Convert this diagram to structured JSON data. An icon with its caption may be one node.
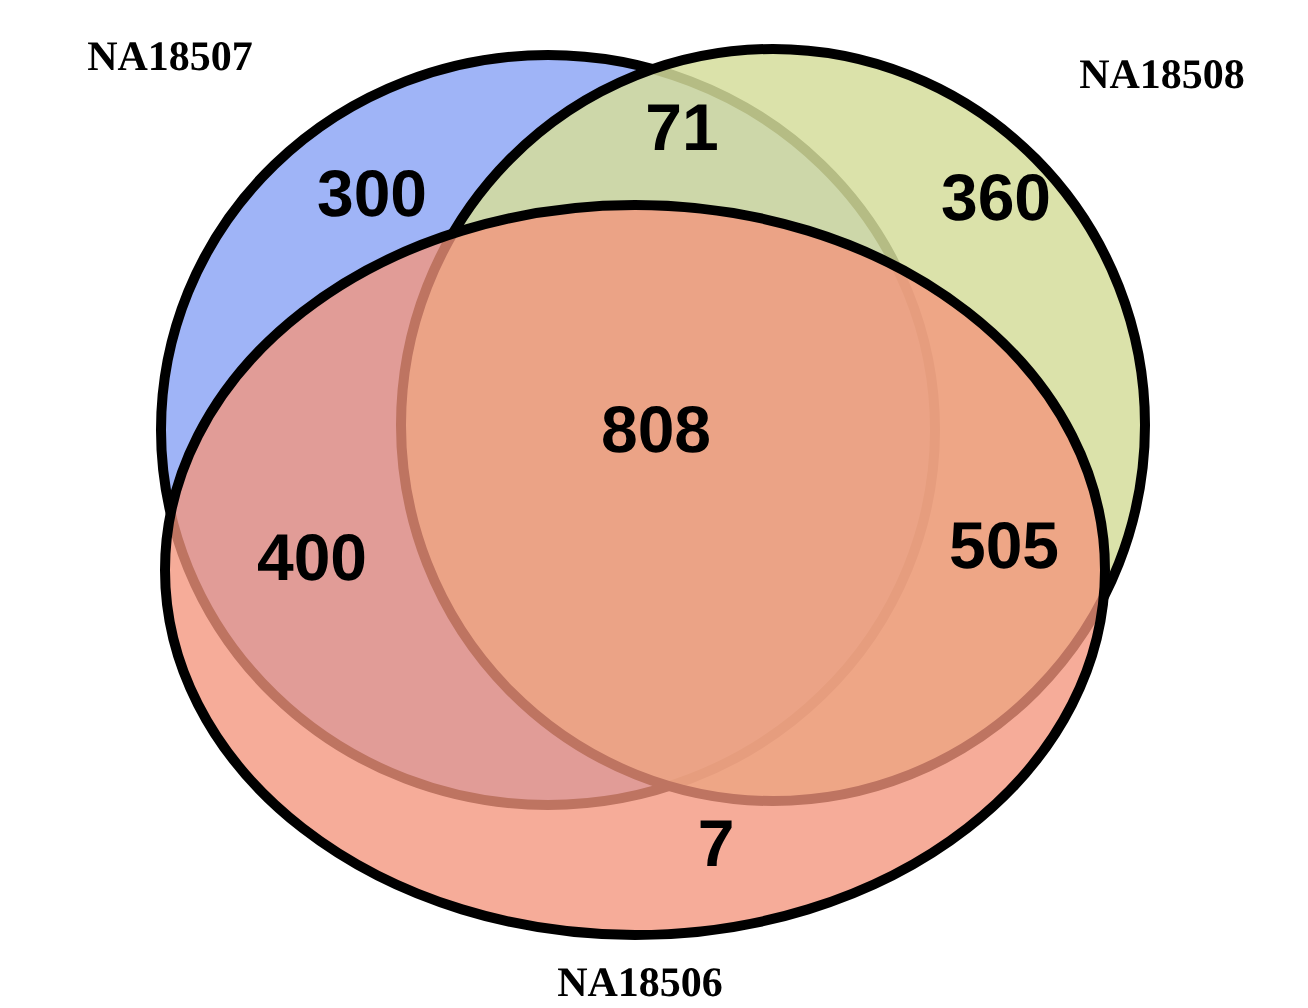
{
  "diagram": {
    "nodes": [
      {
        "text": [
          "NA18507"
        ]
      },
      {
        "text": [
          "NA18508"
        ]
      },
      {
        "text": [
          "NA18506"
        ]
      }
    ],
    "labels": [
      "300",
      "71",
      "360",
      "808",
      "400",
      "505",
      "7"
    ]
  }
}
